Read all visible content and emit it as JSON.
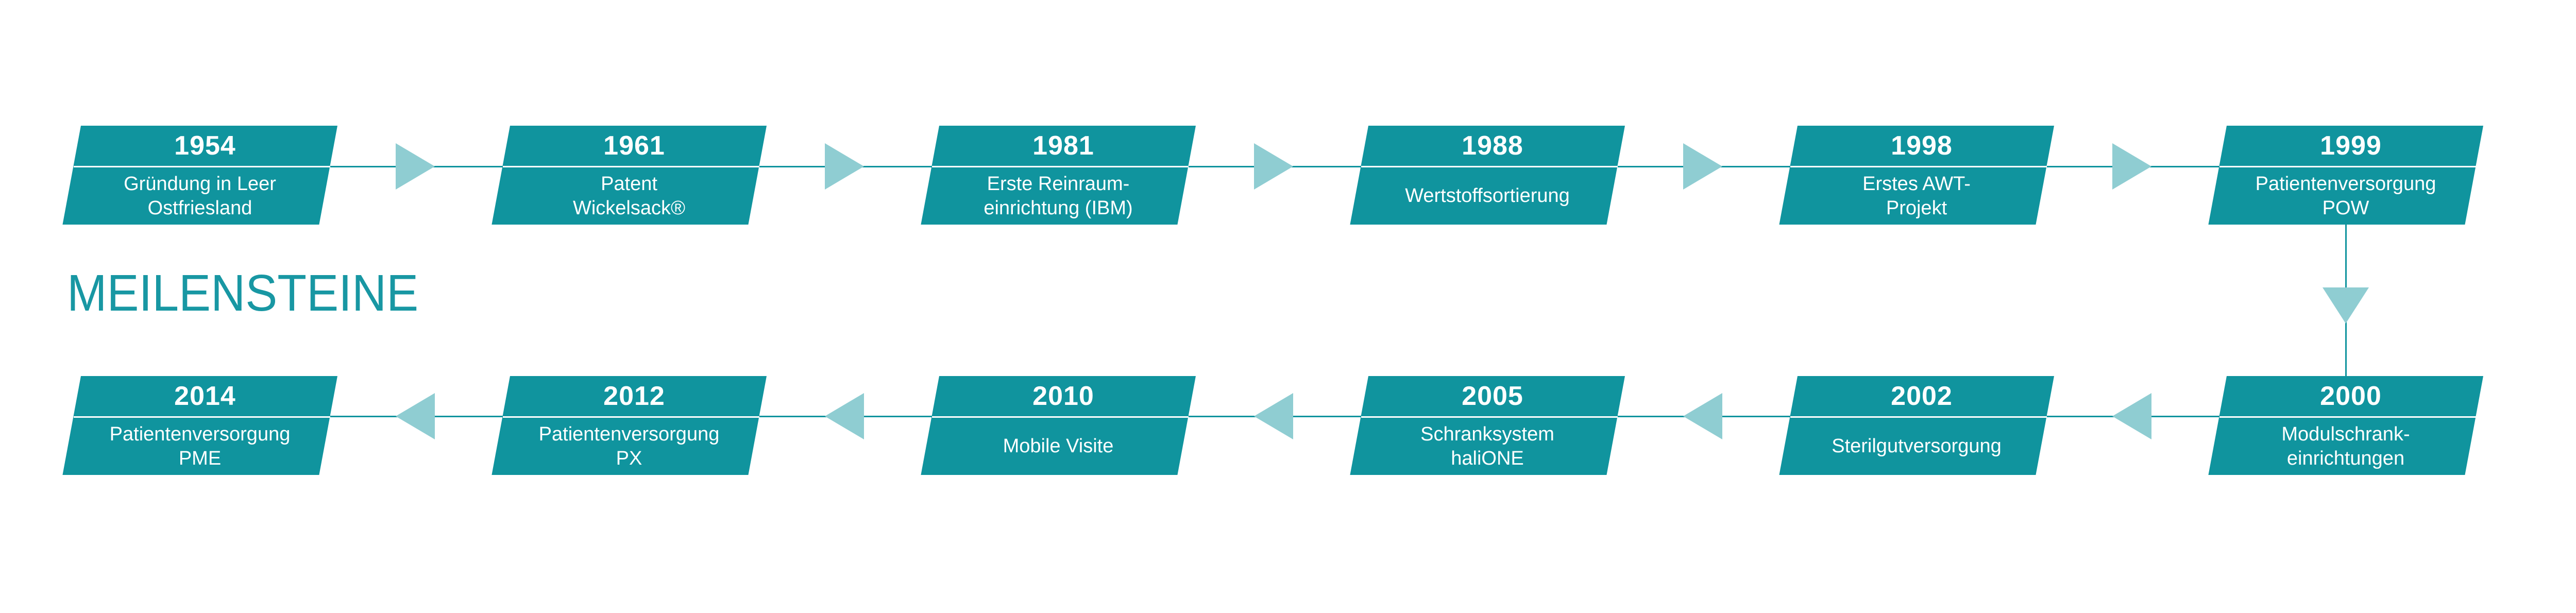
{
  "title": "MEILENSTEINE",
  "colors": {
    "teal": "#10949E",
    "light_teal": "#8FCDD2",
    "title_teal": "#1897A3",
    "text_white": "#FFFFFF"
  },
  "timeline": {
    "top_row": {
      "flow": "left-to-right",
      "arrow_icon": "arrow-right-icon",
      "items": [
        {
          "year": "1954",
          "lines": [
            "Gründung in Leer",
            "Ostfriesland"
          ]
        },
        {
          "year": "1961",
          "lines": [
            "Patent",
            "Wickelsack®"
          ]
        },
        {
          "year": "1981",
          "lines": [
            "Erste Reinraum-",
            "einrichtung (IBM)"
          ]
        },
        {
          "year": "1988",
          "lines": [
            "Wertstoffsortierung"
          ]
        },
        {
          "year": "1998",
          "lines": [
            "Erstes AWT-",
            "Projekt"
          ]
        },
        {
          "year": "1999",
          "lines": [
            "Patientenversorgung",
            "POW"
          ]
        }
      ]
    },
    "row_connector": {
      "from_year": "1999",
      "to_year": "2000",
      "arrow_icon": "arrow-down-icon"
    },
    "bottom_row": {
      "flow": "right-to-left",
      "arrow_icon": "arrow-left-icon",
      "items": [
        {
          "year": "2014",
          "lines": [
            "Patientenversorgung",
            "PME"
          ]
        },
        {
          "year": "2012",
          "lines": [
            "Patientenversorgung",
            "PX"
          ]
        },
        {
          "year": "2010",
          "lines": [
            "Mobile Visite"
          ]
        },
        {
          "year": "2005",
          "lines": [
            "Schranksystem",
            "haliONE"
          ]
        },
        {
          "year": "2002",
          "lines": [
            "Sterilgutversorgung"
          ]
        },
        {
          "year": "2000",
          "lines": [
            "Modulschrank-",
            "einrichtungen"
          ]
        }
      ]
    }
  }
}
